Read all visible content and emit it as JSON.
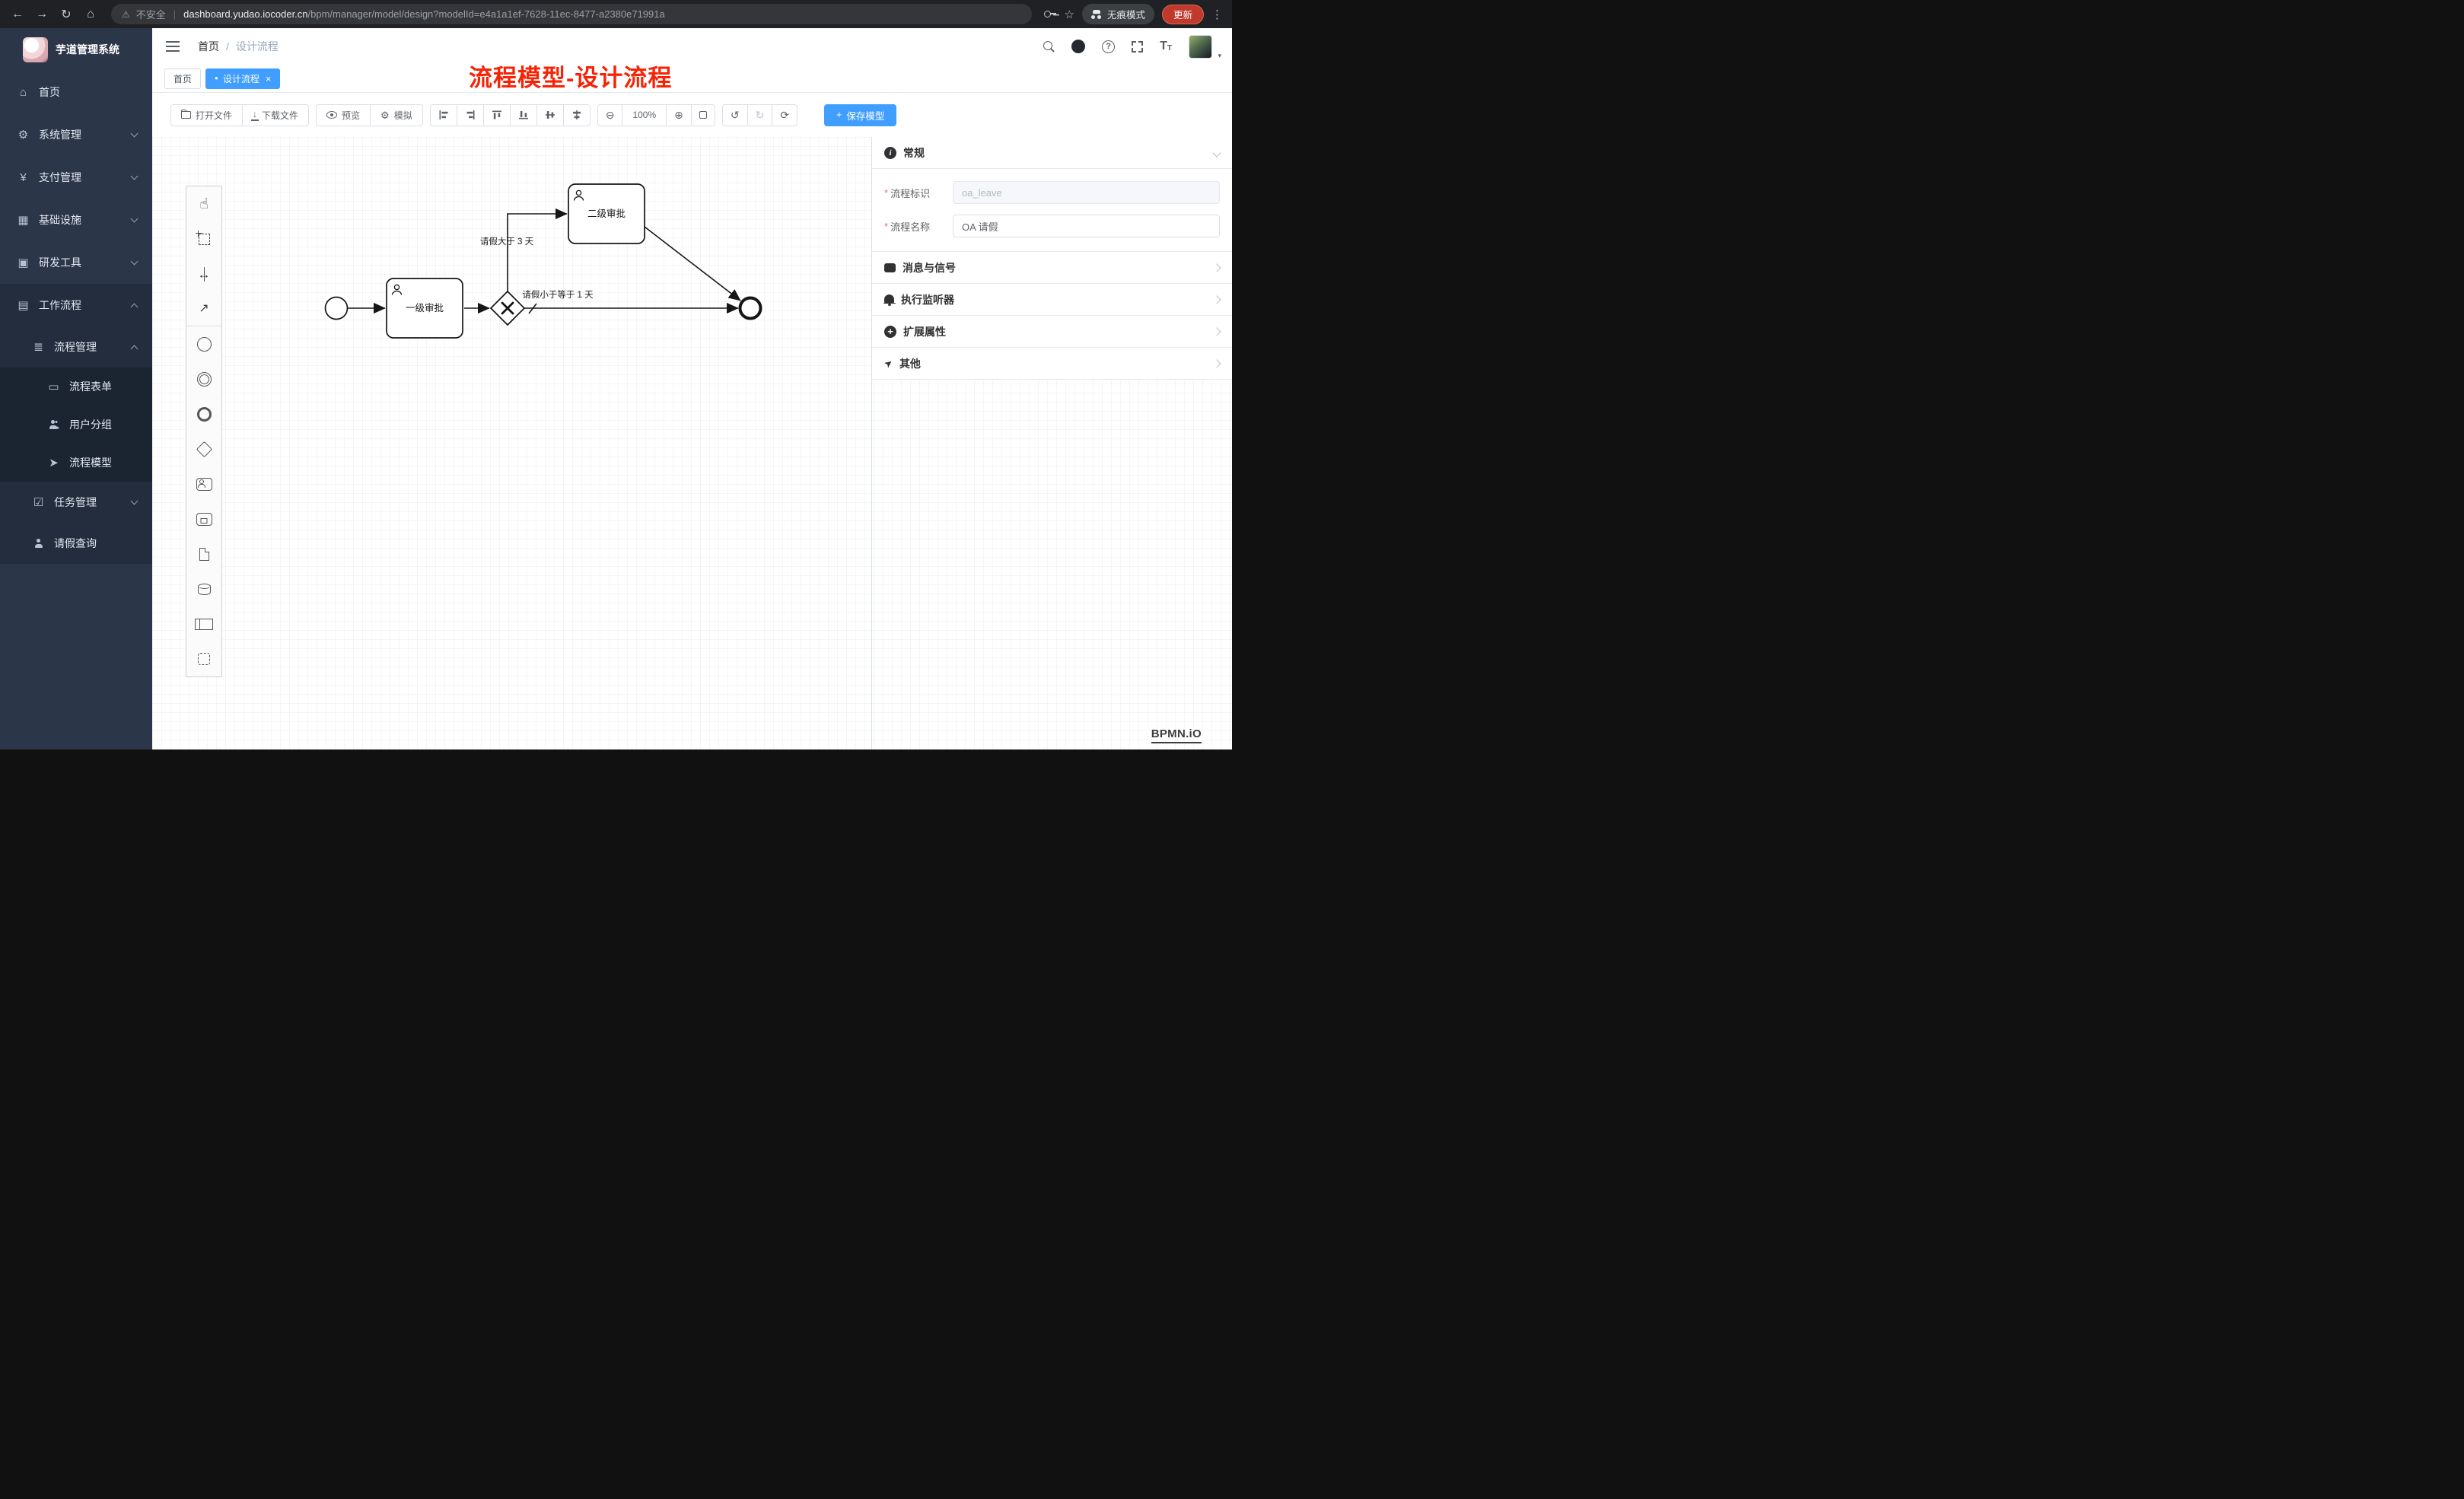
{
  "browser": {
    "security_label": "不安全",
    "url_domain": "dashboard.yudao.iocoder.cn",
    "url_path": "/bpm/manager/model/design?modelId=e4a1a1ef-7628-11ec-8477-a2380e71991a",
    "incognito_label": "无痕模式",
    "update_label": "更新"
  },
  "sidebar": {
    "app_title": "芋道管理系统",
    "items": [
      {
        "label": "首页"
      },
      {
        "label": "系统管理"
      },
      {
        "label": "支付管理"
      },
      {
        "label": "基础设施"
      },
      {
        "label": "研发工具"
      },
      {
        "label": "工作流程"
      },
      {
        "label": "流程管理"
      },
      {
        "label": "流程表单"
      },
      {
        "label": "用户分组"
      },
      {
        "label": "流程模型"
      },
      {
        "label": "任务管理"
      },
      {
        "label": "请假查询"
      }
    ]
  },
  "header": {
    "breadcrumb": [
      "首页",
      "设计流程"
    ],
    "annotation": "流程模型-设计流程"
  },
  "tabs": {
    "home_label": "首页",
    "active_label": "设计流程"
  },
  "toolbar": {
    "open_file": "打开文件",
    "download_file": "下载文件",
    "preview": "预览",
    "simulate": "模拟",
    "zoom_level": "100%",
    "save_model": "保存模型"
  },
  "diagram": {
    "task1_label": "一级审批",
    "task2_label": "二级审批",
    "flow1_label": "请假大于 3 天",
    "flow2_label": "请假小于等于 1 天"
  },
  "properties": {
    "general_title": "常规",
    "fields": [
      {
        "label": "流程标识",
        "value": "oa_leave"
      },
      {
        "label": "流程名称",
        "value": "OA 请假"
      }
    ],
    "sections": [
      {
        "title": "消息与信号"
      },
      {
        "title": "执行监听器"
      },
      {
        "title": "扩展属性"
      },
      {
        "title": "其他"
      }
    ]
  },
  "watermark": "BPMN.iO",
  "colors": {
    "accent": "#409eff",
    "annotation": "#f62307",
    "sidebar_bg": "#2b3648",
    "chrome_bg": "#202124"
  },
  "icons": {
    "back": "←",
    "forward": "→",
    "reload": "↻",
    "home": "⌂",
    "warning": "⚠",
    "divider": "|",
    "star": "☆",
    "menu_dots": "⋮",
    "home_menu": "⌂",
    "gear": "⚙",
    "yen": "¥",
    "infra": "▦",
    "tools": "▣",
    "workflow": "▤",
    "list": "≣",
    "form": "▭",
    "model": "➤",
    "tasks": "☑",
    "hand": "☝",
    "space": "↔",
    "connect": "↗",
    "download": "↓",
    "zoom_out": "⊖",
    "zoom_in": "⊕",
    "undo": "↺",
    "redo": "↻",
    "refresh": "⟳",
    "plus": "+",
    "question": "?",
    "font_large": "T",
    "font_small": "T",
    "caret_down": "▾",
    "tab_dot": "●",
    "tab_close": "×",
    "breadcrumb_sep": "/",
    "info": "i",
    "send": "➤"
  }
}
